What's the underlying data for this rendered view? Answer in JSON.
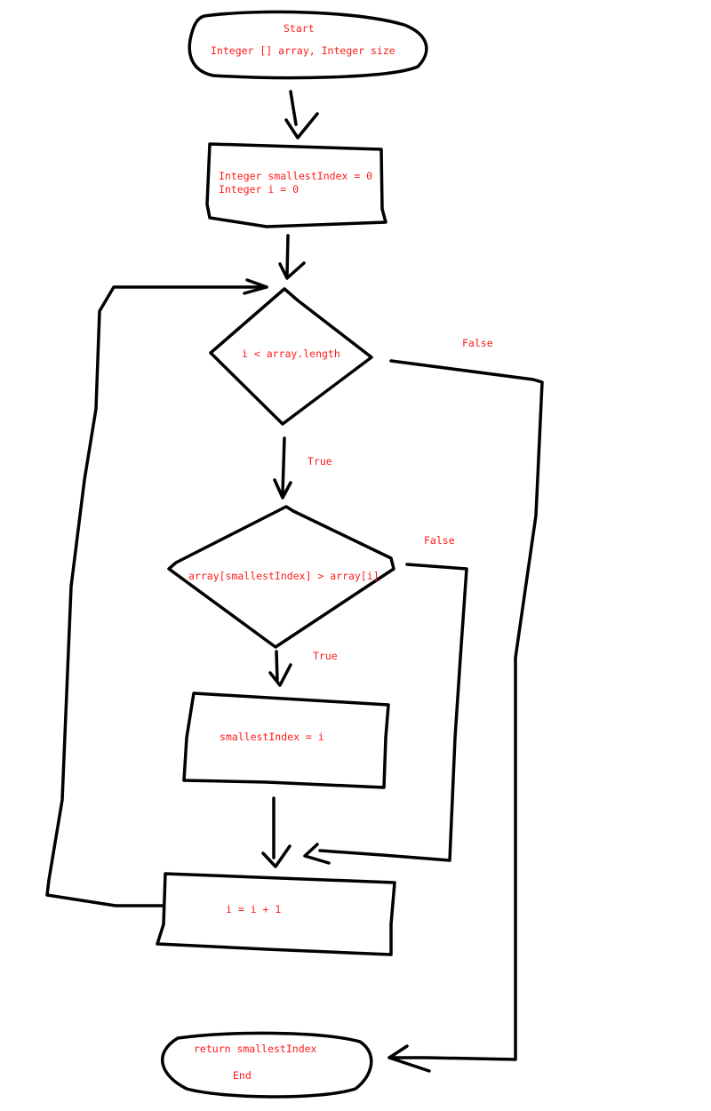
{
  "colors": {
    "text": "#ff1a1a",
    "stroke": "#000000"
  },
  "start": {
    "label": "Start",
    "params": "Integer [] array, Integer size"
  },
  "init": {
    "line1": "Integer smallestIndex = 0",
    "line2": "Integer i = 0"
  },
  "loop_condition": {
    "label": "i < array.length",
    "true_label": "True",
    "false_label": "False"
  },
  "compare_condition": {
    "label": "array[smallestIndex] > array[i]",
    "true_label": "True",
    "false_label": "False"
  },
  "assign": {
    "label": "smallestIndex = i"
  },
  "increment": {
    "label": "i = i + 1"
  },
  "end": {
    "return_label": "return smallestIndex",
    "label": "End"
  }
}
